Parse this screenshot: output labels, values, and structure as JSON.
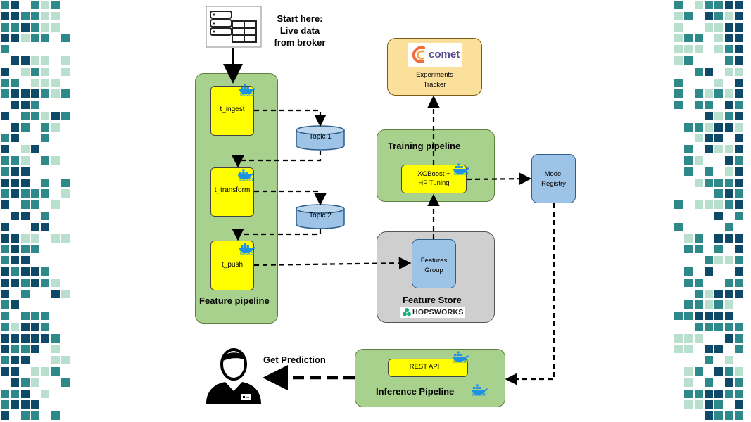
{
  "start": {
    "line1": "Start here:",
    "line2": "Live data",
    "line3": "from broker"
  },
  "feature_pipeline": {
    "title": "Feature pipeline",
    "steps": [
      "t_ingest",
      "t_transform",
      "t_push"
    ]
  },
  "topics": [
    "Topic 1",
    "Topic 2"
  ],
  "training": {
    "title": "Training pipeline",
    "node_line1": "XGBoost +",
    "node_line2": "HP Tuning"
  },
  "comet": {
    "logo": "comet",
    "line1": "Experiments",
    "line2": "Tracker"
  },
  "registry": {
    "line1": "Model",
    "line2": "Registry"
  },
  "feature_store": {
    "title": "Feature Store",
    "node_line1": "Features",
    "node_line2": "Group",
    "brand": "HOPSWORKS"
  },
  "inference": {
    "title": "Inference Pipeline",
    "node": "REST API"
  },
  "prediction": {
    "label": "Get Prediction"
  },
  "docker_label": "docker",
  "colors": {
    "mosaic_dark": "#0e4a68",
    "mosaic_mid": "#2e8a8a",
    "mosaic_light": "#b9e0cf"
  }
}
